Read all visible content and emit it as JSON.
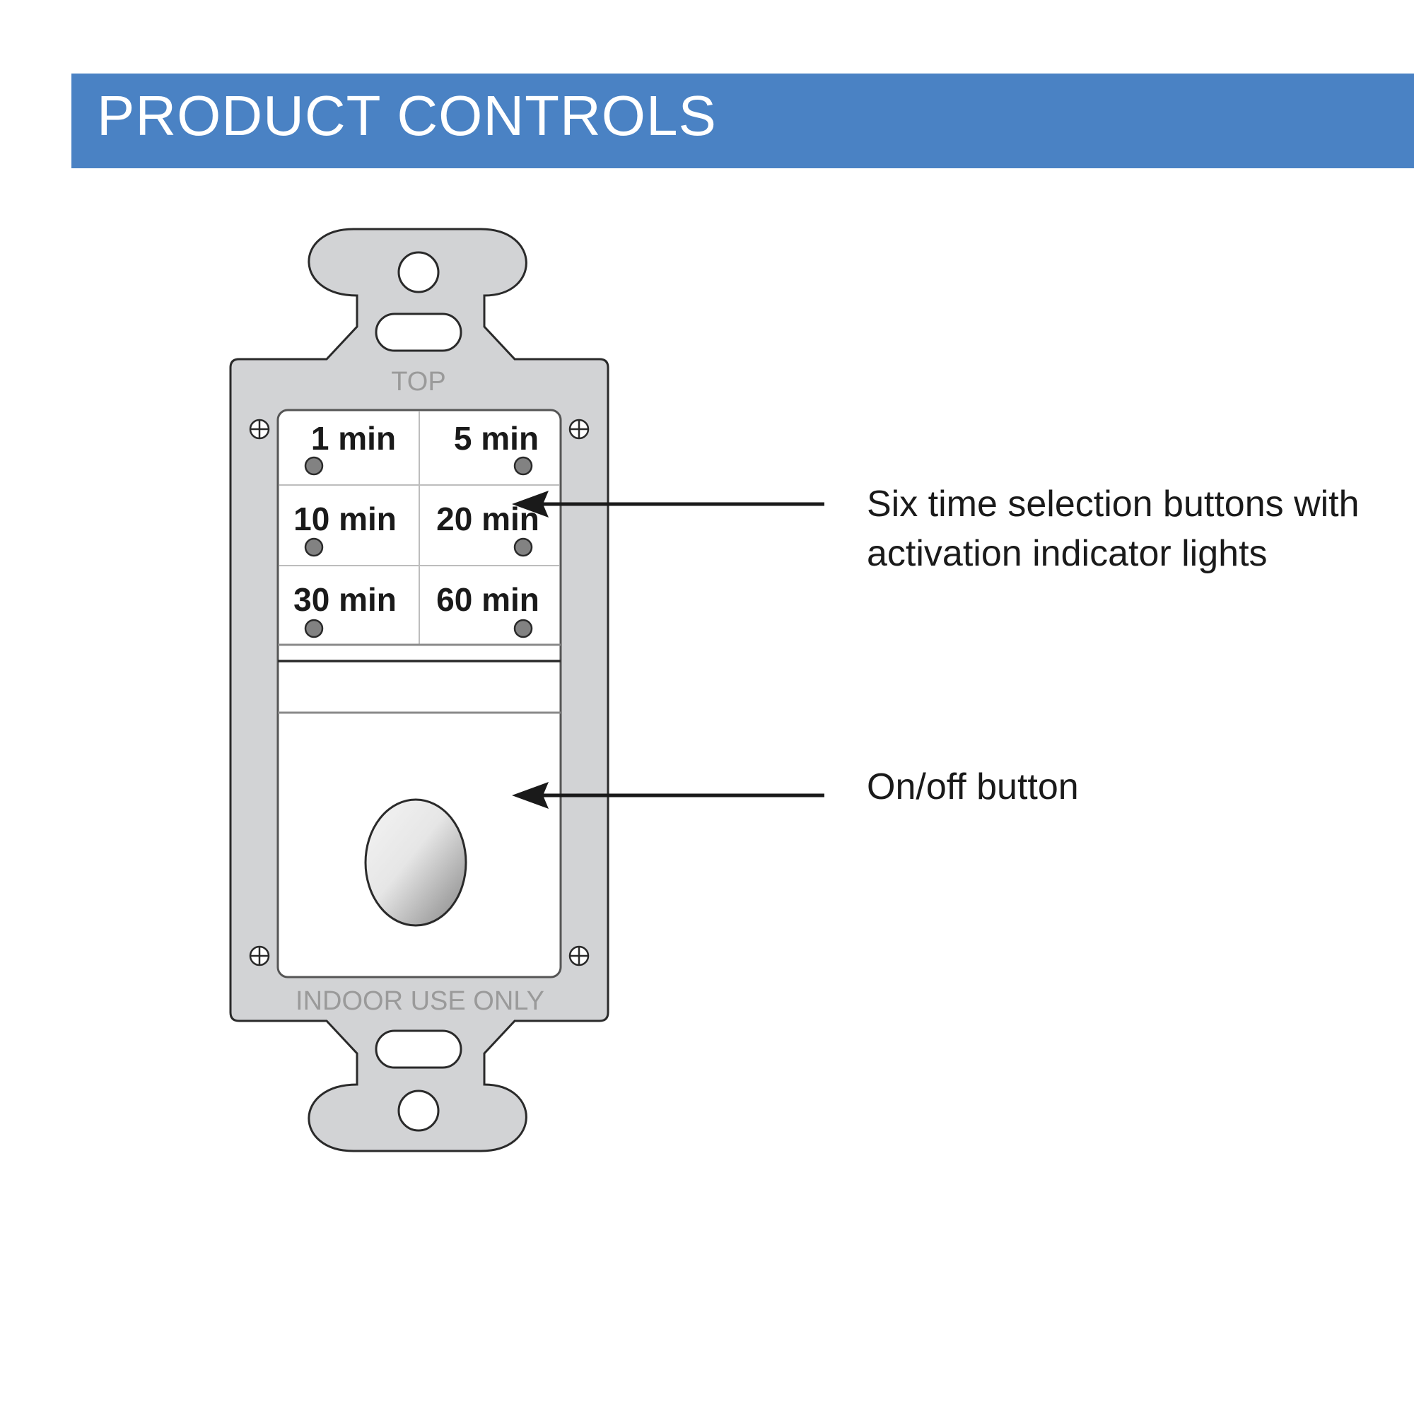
{
  "header": {
    "title": "PRODUCT CONTROLS",
    "color": "#4a82c4"
  },
  "plate": {
    "top_label": "TOP",
    "bottom_label": "INDOOR USE ONLY",
    "buttons": [
      {
        "label": "1 min"
      },
      {
        "label": "5 min"
      },
      {
        "label": "10 min"
      },
      {
        "label": "20 min"
      },
      {
        "label": "30 min"
      },
      {
        "label": "60 min"
      }
    ]
  },
  "callouts": {
    "time_buttons": {
      "line1": "Six time selection buttons with",
      "line2": "activation indicator lights"
    },
    "on_off": {
      "text": "On/off button"
    }
  }
}
